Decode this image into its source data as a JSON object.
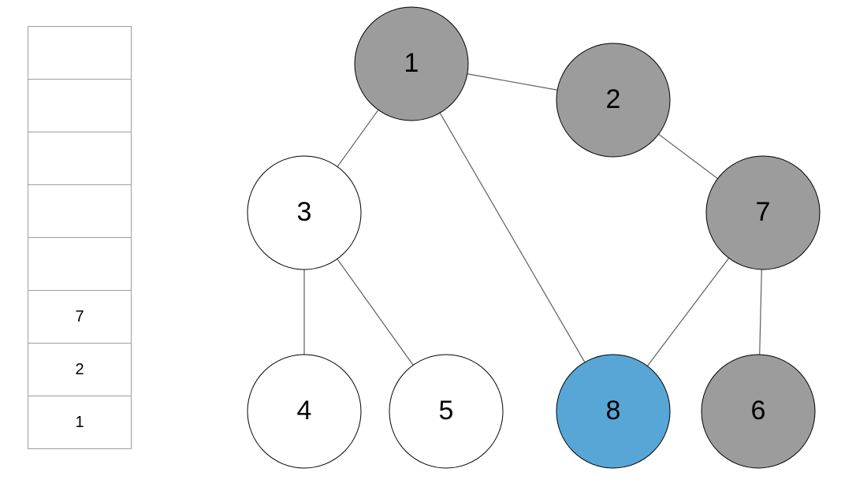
{
  "stack": {
    "cells": [
      "",
      "",
      "",
      "",
      "",
      "7",
      "2",
      "1"
    ]
  },
  "graph": {
    "nodes": [
      {
        "id": "1",
        "label": "1",
        "state": "visited"
      },
      {
        "id": "2",
        "label": "2",
        "state": "visited"
      },
      {
        "id": "3",
        "label": "3",
        "state": "unvisited"
      },
      {
        "id": "7",
        "label": "7",
        "state": "visited"
      },
      {
        "id": "4",
        "label": "4",
        "state": "unvisited"
      },
      {
        "id": "5",
        "label": "5",
        "state": "unvisited"
      },
      {
        "id": "8",
        "label": "8",
        "state": "current"
      },
      {
        "id": "6",
        "label": "6",
        "state": "visited"
      }
    ],
    "edges": [
      [
        "1",
        "2"
      ],
      [
        "1",
        "3"
      ],
      [
        "1",
        "8"
      ],
      [
        "2",
        "7"
      ],
      [
        "3",
        "4"
      ],
      [
        "3",
        "5"
      ],
      [
        "7",
        "8"
      ],
      [
        "7",
        "6"
      ]
    ]
  },
  "colors": {
    "visited": "#9c9c9c",
    "unvisited": "#ffffff",
    "current": "#58a6d6",
    "stroke": "#000000",
    "edge": "#5f5f5f"
  }
}
